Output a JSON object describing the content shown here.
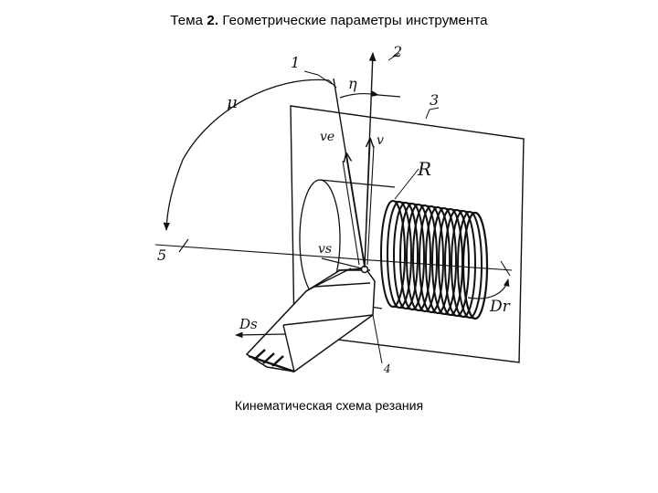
{
  "header": {
    "title_prefix": "Тема ",
    "title_number": "2.",
    "title_rest": " Геометрические параметры инструмента"
  },
  "figure": {
    "caption": "Кинематическая схема резания",
    "labels": {
      "n1": "1",
      "n2": "2",
      "n3": "3",
      "n4": "4",
      "n5": "5",
      "eta": "η",
      "mu": "μ",
      "ve": "ve",
      "v": "v",
      "vs": "vs",
      "R": "R",
      "Dr": "Dr",
      "Ds": "Ds"
    }
  }
}
